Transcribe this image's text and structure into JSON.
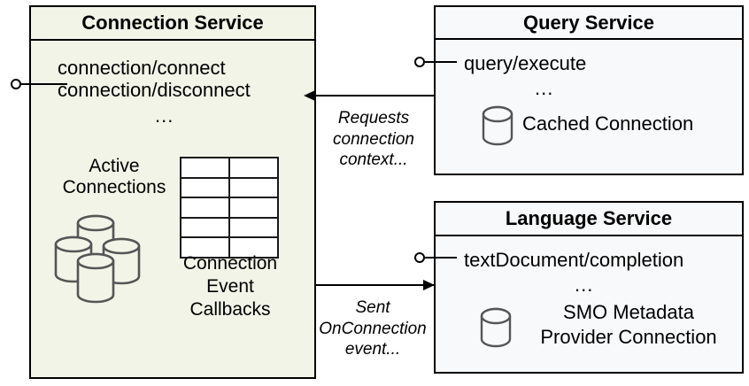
{
  "diagram": {
    "title": "Connection Service architecture",
    "type": "uml-component-diagram",
    "colors": {
      "connection_service_fill": "#f1f4e7",
      "service_fill": "#f8f9fb",
      "stroke": "#000000",
      "cylinder_stroke": "#555555",
      "canvas": "#ffffff"
    }
  },
  "connection_service": {
    "title": "Connection Service",
    "api": [
      "connection/connect",
      "connection/disconnect"
    ],
    "ellipsis": "...",
    "active_connections_label": "Active\nConnections",
    "active_connections_line1": "Active",
    "active_connections_line2": "Connections",
    "callbacks_label_line1": "Connection",
    "callbacks_label_line2": "Event",
    "callbacks_label_line3": "Callbacks",
    "table": {
      "rows": 5,
      "columns": 2
    },
    "cylinder_count": 4,
    "interface_port": "lollipop"
  },
  "query_service": {
    "title": "Query Service",
    "api": [
      "query/execute"
    ],
    "ellipsis": "...",
    "resource_label": "Cached Connection",
    "cylinder_count": 1,
    "interface_port": "lollipop"
  },
  "language_service": {
    "title": "Language Service",
    "api": [
      "textDocument/completion"
    ],
    "ellipsis": "...",
    "resource_label_line1": "SMO Metadata",
    "resource_label_line2": "Provider Connection",
    "cylinder_count": 1,
    "interface_port": "lollipop"
  },
  "edges": [
    {
      "id": "query-to-connection",
      "from": "Query Service",
      "to": "Connection Service",
      "direction": "left",
      "label_line1": "Requests",
      "label_line2": "connection",
      "label_line3": "context..."
    },
    {
      "id": "connection-to-language",
      "from": "Connection Service",
      "to": "Language Service",
      "direction": "right",
      "label_line1": "Sent",
      "label_line2": "OnConnection",
      "label_line3": "event..."
    }
  ]
}
